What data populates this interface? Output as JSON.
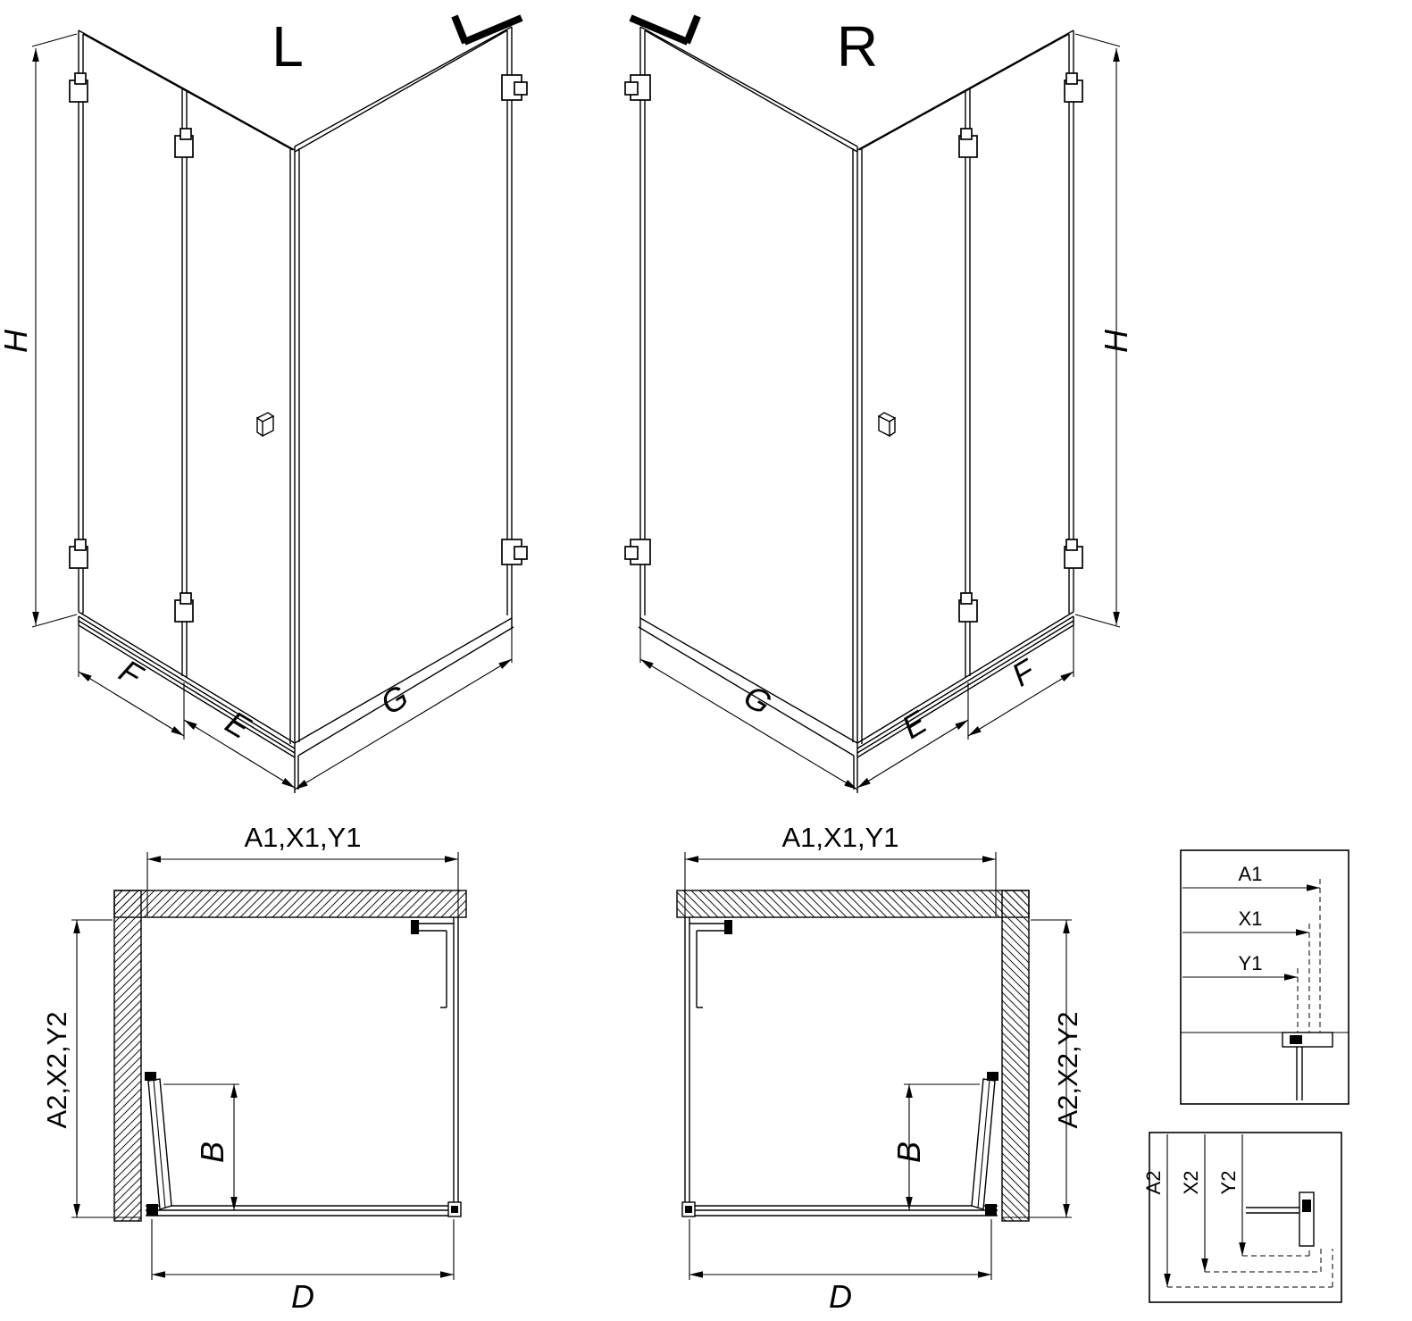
{
  "views": {
    "iso_left": {
      "title": "L",
      "h": "H",
      "f": "F",
      "e": "E",
      "g": "G"
    },
    "iso_right": {
      "title": "R",
      "h": "H",
      "f": "F",
      "e": "E",
      "g": "G"
    },
    "plan_left": {
      "top": "A1,X1,Y1",
      "side": "A2,X2,Y2",
      "b": "B",
      "d": "D"
    },
    "plan_right": {
      "top": "A1,X1,Y1",
      "side": "A2,X2,Y2",
      "b": "B",
      "d": "D"
    },
    "detail_horizontal": {
      "a1": "A1",
      "x1": "X1",
      "y1": "Y1"
    },
    "detail_vertical": {
      "a2": "A2",
      "x2": "X2",
      "y2": "Y2"
    }
  },
  "colors": {
    "line": "#000000",
    "background": "#ffffff"
  }
}
